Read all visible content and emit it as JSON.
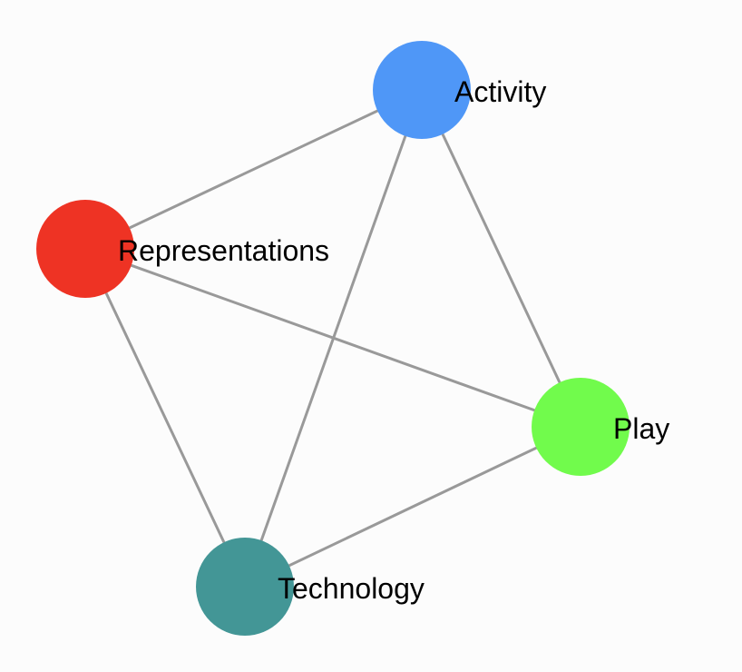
{
  "nodes": [
    {
      "id": "activity",
      "label": "Activity",
      "color": "#4f97f7"
    },
    {
      "id": "representations",
      "label": "Representations",
      "color": "#ee3324"
    },
    {
      "id": "play",
      "label": "Play",
      "color": "#71fb4c"
    },
    {
      "id": "technology",
      "label": "Technology",
      "color": "#439696"
    }
  ],
  "edges": [
    {
      "source": "activity",
      "target": "representations"
    },
    {
      "source": "activity",
      "target": "play"
    },
    {
      "source": "activity",
      "target": "technology"
    },
    {
      "source": "representations",
      "target": "play"
    },
    {
      "source": "representations",
      "target": "technology"
    },
    {
      "source": "play",
      "target": "technology"
    }
  ]
}
